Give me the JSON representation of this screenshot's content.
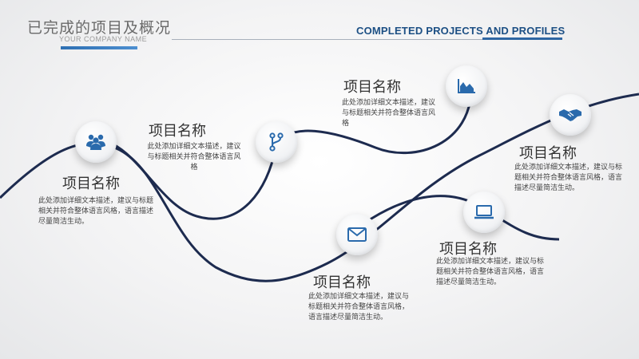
{
  "header": {
    "title_cn": "已完成的项目及概况",
    "company": "YOUR COMPANY NAME",
    "title_en": "COMPLETED PROJECTS AND PROFILES"
  },
  "accent_color": "#1f5f9e",
  "curve_color": "#1d2b4f",
  "items": [
    {
      "icon": "team-icon",
      "title": "项目名称",
      "desc": "此处添加详细文本描述，建议与标题相关并符合整体语言风格，语言描述尽量简洁生动。"
    },
    {
      "icon": "branch-icon",
      "title": "项目名称",
      "desc": "此处添加详细文本描述，建议与标题相关并符合整体语言风格"
    },
    {
      "icon": "chart-icon",
      "title": "项目名称",
      "desc": "此处添加详细文本描述，建议与标题相关并符合整体语言风格"
    },
    {
      "icon": "mail-icon",
      "title": "项目名称",
      "desc": "此处添加详细文本描述，建议与标题相关并符合整体语言风格，语言描述尽量简洁生动。"
    },
    {
      "icon": "laptop-icon",
      "title": "项目名称",
      "desc": "此处添加详细文本描述，建议与标题相关并符合整体语言风格，语言描述尽量简洁生动。"
    },
    {
      "icon": "handshake-icon",
      "title": "项目名称",
      "desc": "此处添加详细文本描述，建议与标题相关并符合整体语言风格，语言描述尽量简洁生动。"
    }
  ]
}
